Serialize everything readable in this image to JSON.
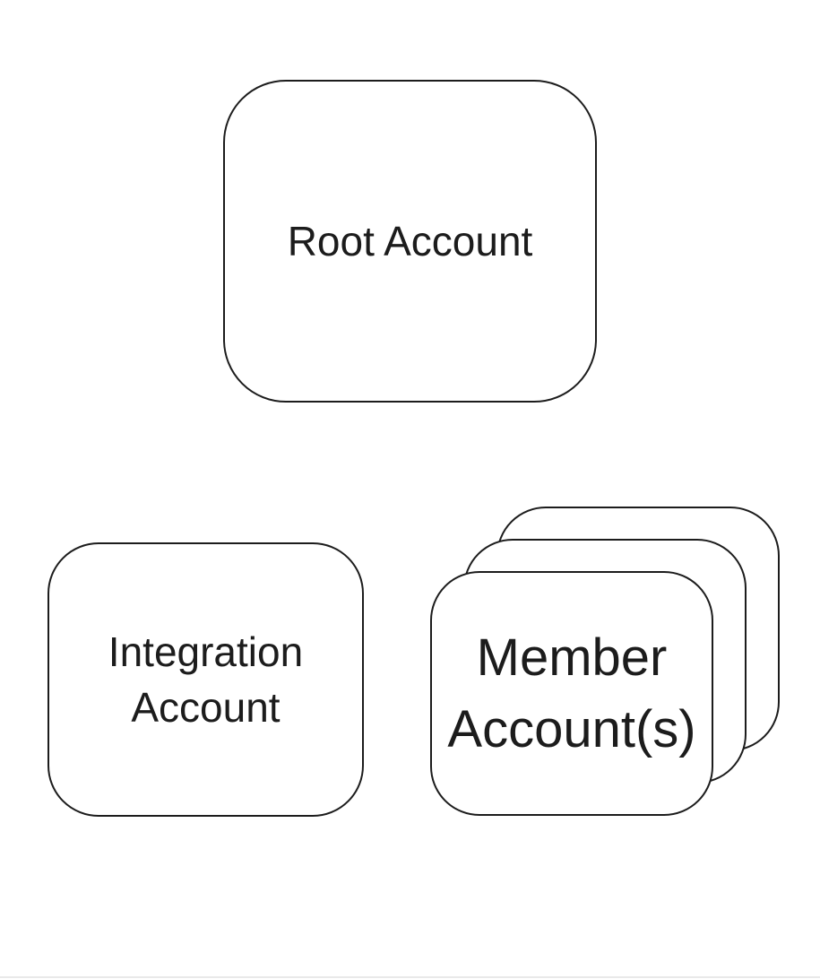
{
  "diagram": {
    "nodes": {
      "root": {
        "label": "Root Account"
      },
      "integration": {
        "label": "Integration\nAccount"
      },
      "member": {
        "label": "Member\nAccount(s)",
        "stack_count": 3
      }
    },
    "colors": {
      "border": "#1c1c1c",
      "text": "#1c1c1c",
      "background": "#ffffff",
      "bottom_rule": "#e9e9e9"
    }
  }
}
